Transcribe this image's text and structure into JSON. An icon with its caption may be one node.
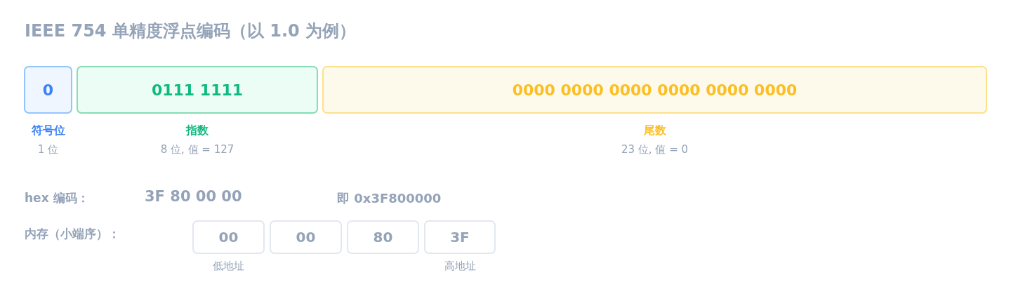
{
  "diagram": {
    "title": "IEEE 754 单精度浮点编码（以 1.0 为例）",
    "nodes": [
      {
        "text": [
          "0"
        ],
        "beside": [
          "符号位",
          "1 位"
        ]
      },
      {
        "text": [
          "0111 1111"
        ],
        "beside": [
          "指数",
          "8 位, 值 = 127"
        ]
      },
      {
        "text": [
          "0000 0000 0000 0000 0000 0000"
        ],
        "beside": [
          "尾数",
          "23 位, 值 = 0"
        ]
      },
      {
        "text": [
          "00"
        ],
        "beside": [
          "低地址"
        ]
      },
      {
        "text": [
          "00"
        ]
      },
      {
        "text": [
          "80"
        ]
      },
      {
        "text": [
          "3F"
        ],
        "beside": [
          "高地址"
        ]
      }
    ],
    "labels": [
      "hex 编码：",
      "3F 80 00 00",
      "即 0x3F800000",
      "内存（小端序）："
    ]
  }
}
